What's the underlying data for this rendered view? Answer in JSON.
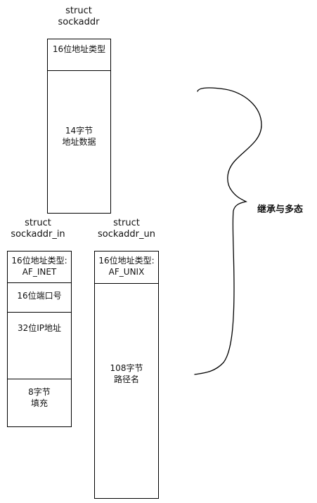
{
  "sockaddr": {
    "name": "struct\nsockaddr",
    "fields": [
      "16位地址类型",
      "14字节\n地址数据"
    ]
  },
  "sockaddr_in": {
    "name": "struct\nsockaddr_in",
    "fields": [
      "16位地址类型:\nAF_INET",
      "16位端口号",
      "32位IP地址",
      "8字节\n填充"
    ]
  },
  "sockaddr_un": {
    "name": "struct\nsockaddr_un",
    "fields": [
      "16位地址类型:\nAF_UNIX",
      "108字节\n路径名"
    ]
  },
  "relation_label": "继承与多态"
}
